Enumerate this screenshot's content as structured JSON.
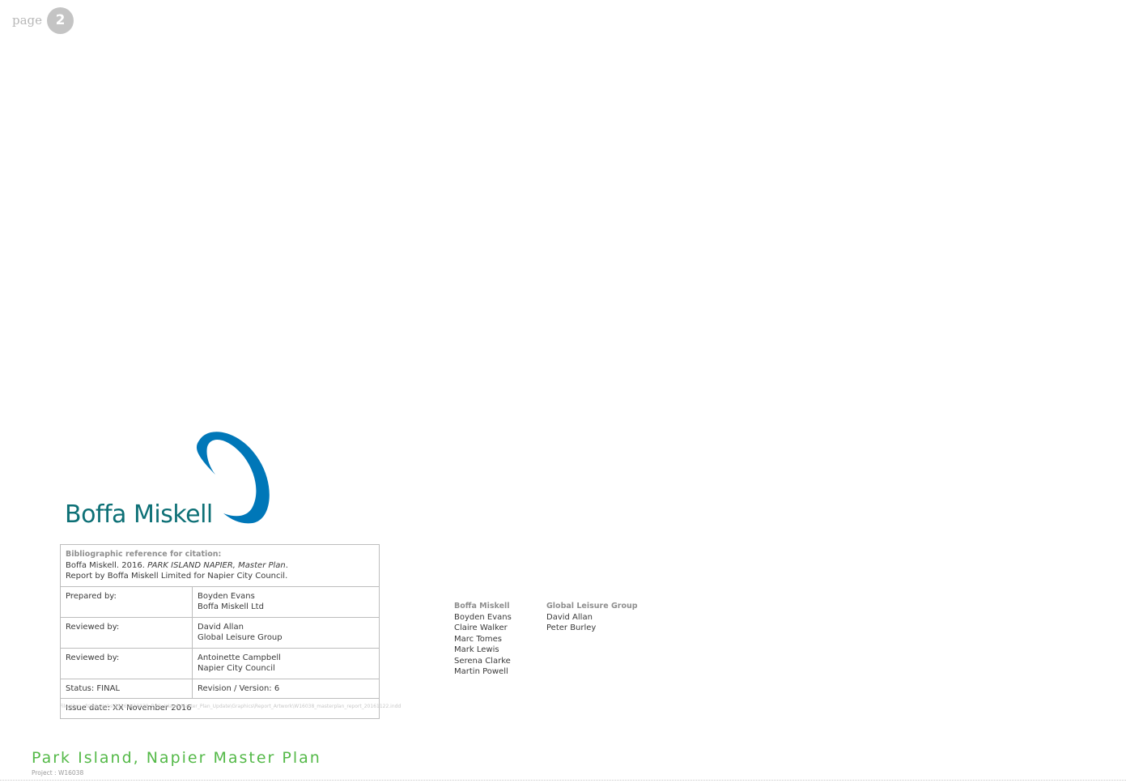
{
  "page_badge": {
    "word": "page",
    "number": "2"
  },
  "logo": {
    "text": "Boffa Miskell",
    "ring_color": "#0077b8",
    "text_color": "#0d7076"
  },
  "citation": {
    "heading": "Bibliographic reference for citation:",
    "line1_prefix": "Boffa Miskell. 2016. ",
    "line1_italic": "PARK ISLAND NAPIER, Master Plan",
    "line1_suffix": ".",
    "line2": "Report by Boffa Miskell Limited for Napier City Council."
  },
  "rows": [
    {
      "label": "Prepared by:",
      "name": "Boyden Evans",
      "org": "Boffa Miskell Ltd"
    },
    {
      "label": "Reviewed by:",
      "name": "David Allan",
      "org": "Global Leisure Group"
    },
    {
      "label": "Reviewed by:",
      "name": "Antoinette Campbell",
      "org": "Napier City Council"
    }
  ],
  "status": {
    "label": "Status: FINAL",
    "revision": "Revision / Version: 6"
  },
  "issue_date": "Issue date: XX November 2016",
  "file_path": "File:\\\\bm-vfs\\jobs\\Jobs\\2016\\W16038_Park_Island_Master_Plan_Update\\Graphics\\Report_Artwork\\W16038_masterplan_report_20161122.indd",
  "team_boffa": {
    "heading": "Boffa Miskell",
    "members": [
      "Boyden Evans",
      "Claire Walker",
      "Marc Tomes",
      "Mark Lewis",
      "Serena Clarke",
      "Martin Powell"
    ]
  },
  "team_glg": {
    "heading": "Global Leisure Group",
    "members": [
      "David Allan",
      "Peter Burley"
    ]
  },
  "footer": {
    "title": "Park Island, Napier Master Plan",
    "project": "Project : W16038",
    "title_color": "#54b948"
  }
}
